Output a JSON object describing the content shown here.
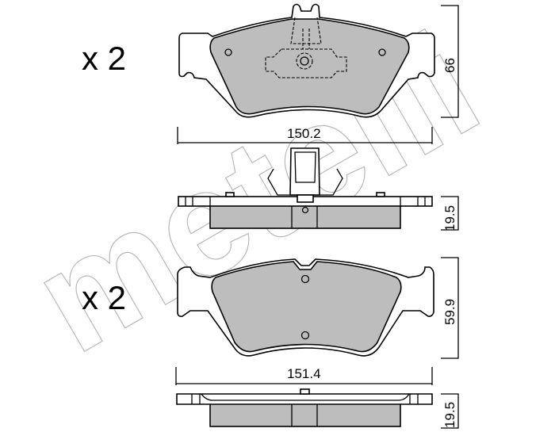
{
  "brand_watermark": "metelli",
  "pads": [
    {
      "quantity_label": "x 2",
      "width_label": "150.2",
      "height_label": "66",
      "thickness_label": "19.5"
    },
    {
      "quantity_label": "x 2",
      "width_label": "151.4",
      "height_label": "59.9",
      "thickness_label": "19.5"
    }
  ]
}
